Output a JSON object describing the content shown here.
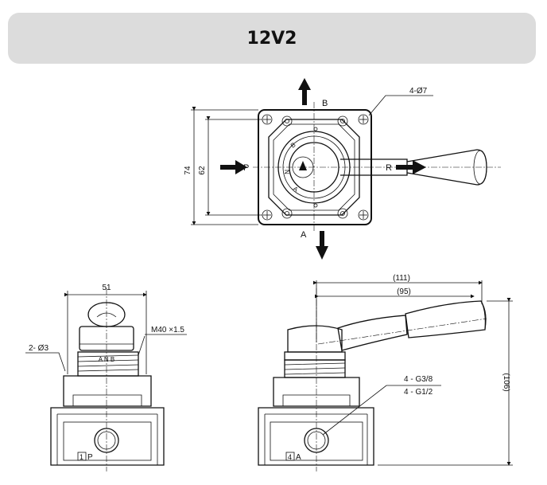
{
  "title": "12V2",
  "top_view": {
    "port_b": "B",
    "port_a": "A",
    "port_p": "P",
    "port_r": "R",
    "hole_callout": "4-Ø7",
    "dim_74": "74",
    "dim_62": "62"
  },
  "front_view": {
    "dim_51": "51",
    "thread_callout": "M40 ×1.5",
    "hole_callout": "2- Ø3",
    "knob_marks": "A N B",
    "port_label_num": "1",
    "port_label": "P"
  },
  "side_view": {
    "dim_111": "(111)",
    "dim_95": "(95)",
    "dim_106": "(106)",
    "port_callout_1": "4 - G3/8",
    "port_callout_2": "4 - G1/2",
    "port_label_num": "4",
    "port_label": "A"
  }
}
